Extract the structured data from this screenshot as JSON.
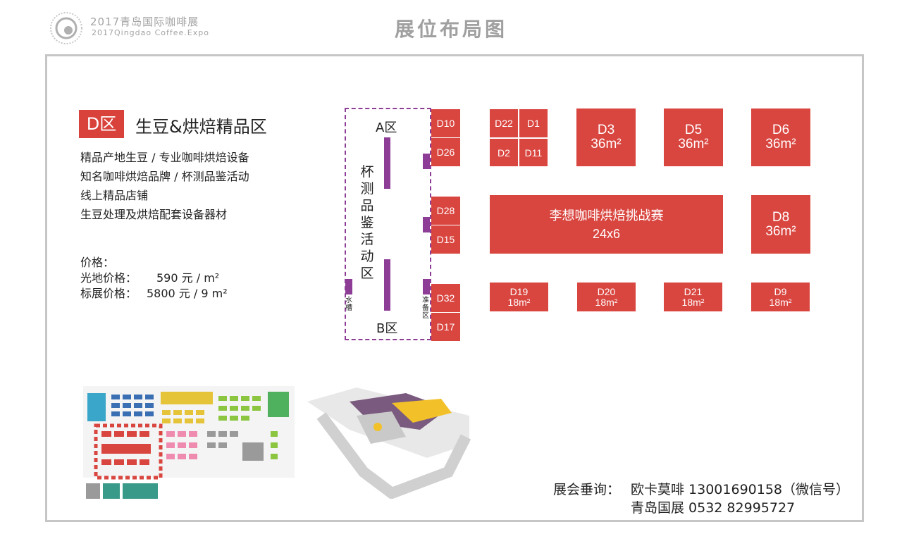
{
  "header": {
    "logo_line1": "2017青岛国际咖啡展",
    "logo_line2": "2017Qingdao Coffee.Expo",
    "page_title": "展位布局图"
  },
  "zone": {
    "badge": "D区",
    "title": "生豆&烘焙精品区",
    "features": [
      "精品产地生豆 / 专业咖啡烘焙设备",
      "知名咖啡烘焙品牌 / 杯测品鉴活动",
      "线上精品店铺",
      "生豆处理及烘焙配套设备器材"
    ]
  },
  "pricing": {
    "heading": "价格：",
    "items": [
      {
        "label": "光地价格：",
        "value": "590 元 / m²"
      },
      {
        "label": "标展价格：",
        "value": "5800 元 / 9 m²"
      }
    ]
  },
  "cupping_zone": {
    "top_label": "A区",
    "bottom_label": "B区",
    "name": "杯测品鉴活动区",
    "sink_label": "水槽",
    "prep_label": "准备区"
  },
  "booths": {
    "d10": "D10",
    "d26": "D26",
    "d28": "D28",
    "d15": "D15",
    "d32": "D32",
    "d17": "D17",
    "d22": "D22",
    "d1": "D1",
    "d2": "D2",
    "d11": "D11",
    "d3": {
      "name": "D3",
      "size": "36m²"
    },
    "d5": {
      "name": "D5",
      "size": "36m²"
    },
    "d6": {
      "name": "D6",
      "size": "36m²"
    },
    "d8": {
      "name": "D8",
      "size": "36m²"
    },
    "challenge": {
      "name": "李想咖啡烘焙挑战赛",
      "size": "24x6"
    },
    "d19": {
      "name": "D19",
      "size": "18m²"
    },
    "d20": {
      "name": "D20",
      "size": "18m²"
    },
    "d21": {
      "name": "D21",
      "size": "18m²"
    },
    "d9": {
      "name": "D9",
      "size": "18m²"
    }
  },
  "contact": {
    "label": "展会垂询：",
    "line1": "欧卡莫啡 13001690158（微信号）",
    "line2": "青岛国展 0532 82995727"
  },
  "colors": {
    "booth_red": "#d9453f",
    "cupping_purple": "#8e3d96",
    "frame_gray": "#c6c6c6",
    "title_gray": "#a0a0a0"
  }
}
